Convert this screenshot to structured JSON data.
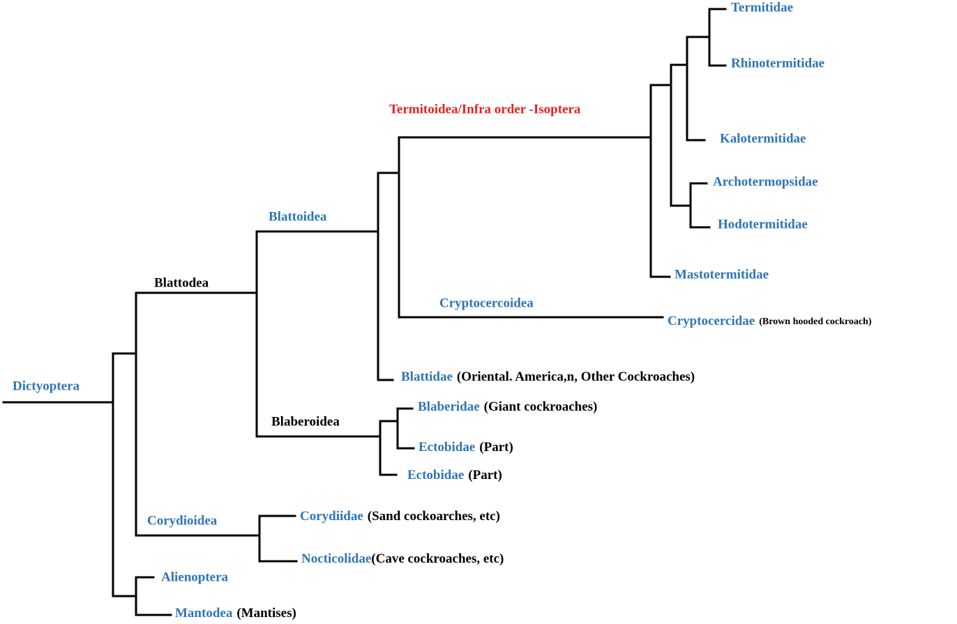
{
  "colors": {
    "taxon": "#2e75b6",
    "clade": "#000000",
    "highlight": "#e8211d",
    "branch": "#000000"
  },
  "labels": {
    "dictyoptera": "Dictyoptera",
    "blattodea": "Blattodea",
    "blattoidea": "Blattoidea",
    "termitoidea": "Termitoidea/Infra order -Isoptera",
    "termitidae": "Termitidae",
    "rhinotermitidae": "Rhinotermitidae",
    "kalotermitidae": "Kalotermitidae",
    "archotermopsidae": "Archotermopsidae",
    "hodotermitidae": "Hodotermitidae",
    "mastotermitidae": "Mastotermitidae",
    "cryptocercoidea": "Cryptocercoidea",
    "cryptocercidae": "Cryptocercidae",
    "cryptocercidae_note": "(Brown hooded cockroach)",
    "blattidae": "Blattidae",
    "blattidae_note": "(Oriental. America,n, Other Cockroaches)",
    "blaberoidea": "Blaberoidea",
    "blaberidae": "Blaberidae",
    "blaberidae_note": "(Giant cockroaches)",
    "ectobidae_a": "Ectobidae",
    "ectobidae_a_note": "(Part)",
    "ectobidae_b": "Ectobidae",
    "ectobidae_b_note": "(Part)",
    "corydioidea": "Corydioidea",
    "corydiidae": "Corydiidae",
    "corydiidae_note": "(Sand cockoarches, etc)",
    "nocticolidae": "Nocticolidae",
    "nocticolidae_note": "(Cave cockroaches, etc)",
    "alienoptera": "Alienoptera",
    "mantodea": "Mantodea",
    "mantodea_note": "(Mantises)"
  }
}
